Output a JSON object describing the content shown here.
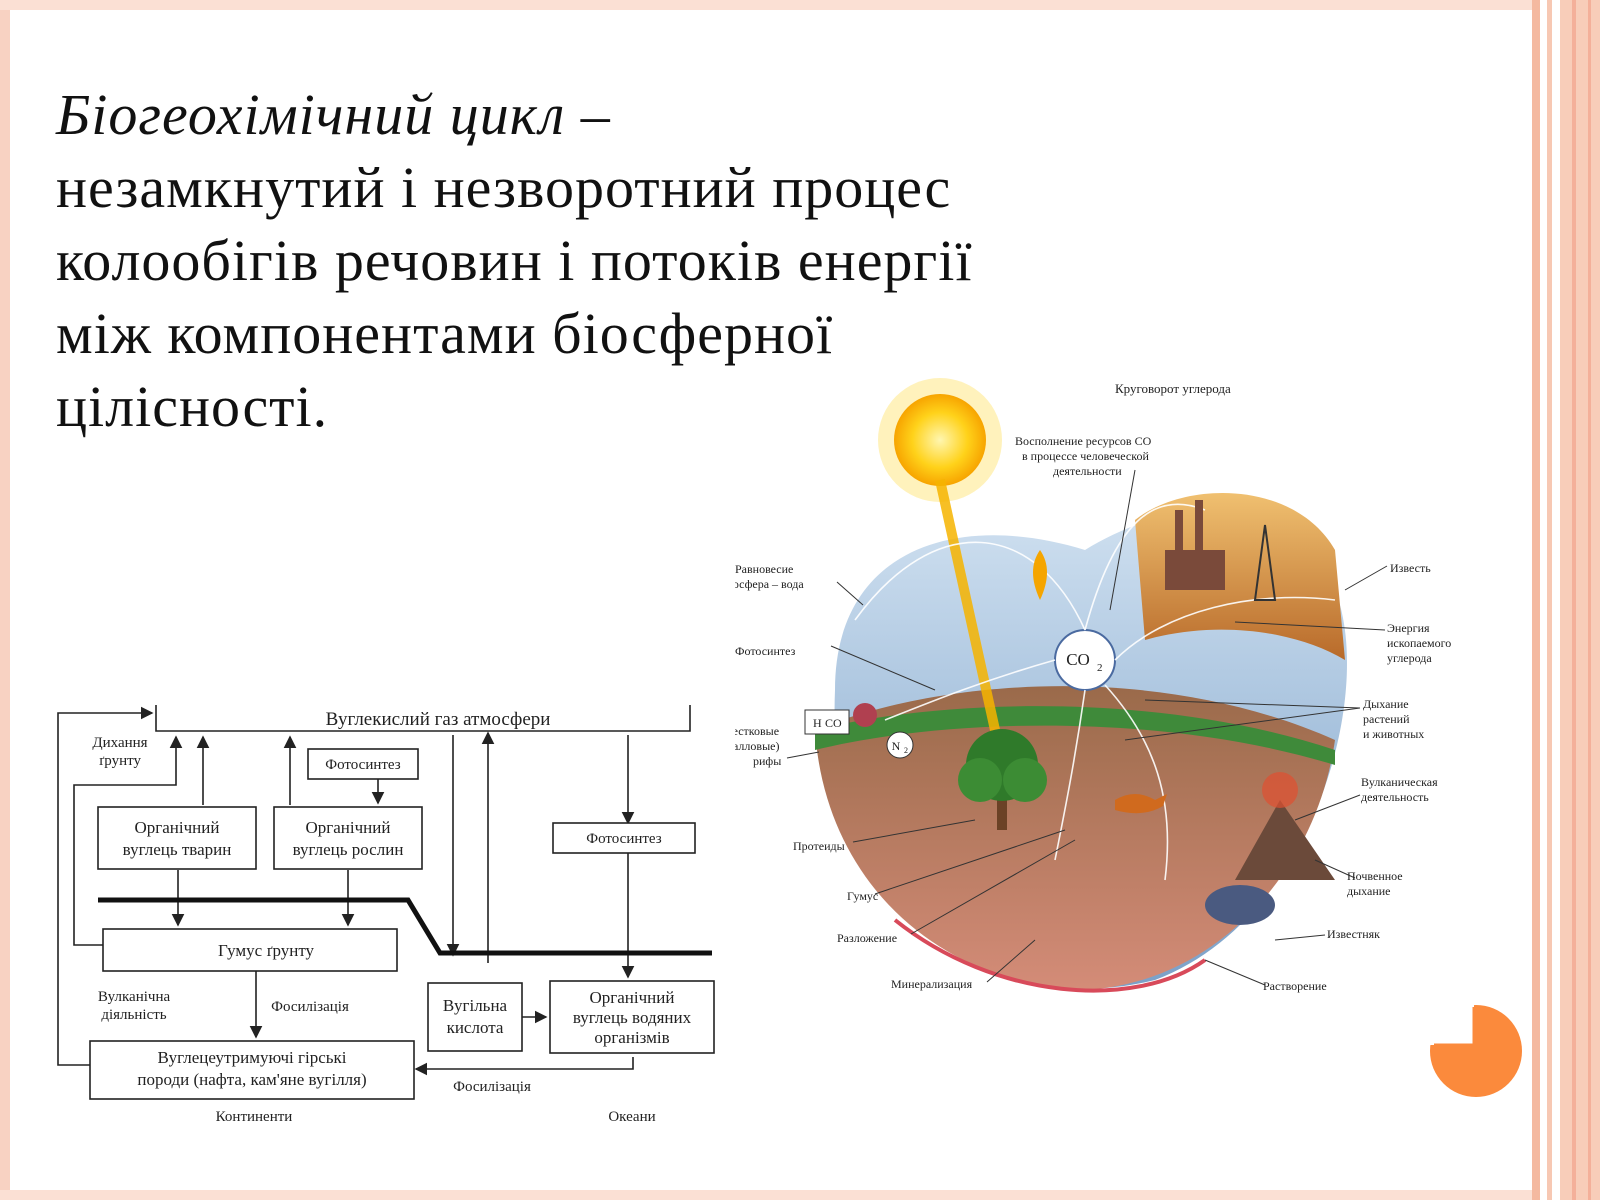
{
  "title": {
    "term": "Біогеохімічний цикл",
    "dash": " –",
    "line2": "незамкнутий і незворотний процес",
    "line3": "колообігів речовин і потоків енергії",
    "line4": "між компонентами біосферної",
    "line5": "цілісності."
  },
  "left_diagram": {
    "atmosphere": "Вуглекислий газ атмосфери",
    "soil_respiration_1": "Дихання",
    "soil_respiration_2": "ґрунту",
    "photosynthesis_1": "Фотосинтез",
    "photosynthesis_2": "Фотосинтез",
    "animal_carbon_1": "Органічний",
    "animal_carbon_2": "вуглець тварин",
    "plant_carbon_1": "Органічний",
    "plant_carbon_2": "вуглець рослин",
    "humus": "Гумус ґрунту",
    "volcanic_1": "Вулканічна",
    "volcanic_2": "діяльність",
    "fossil_1": "Фосилізація",
    "fossil_2": "Фосилізація",
    "carbonic_acid_1": "Вугільна",
    "carbonic_acid_2": "кислота",
    "aquatic_1": "Органічний",
    "aquatic_2": "вуглець водяних",
    "aquatic_3": "організмів",
    "rocks_1": "Вуглецеутримуючі гірські",
    "rocks_2": "породи (нафта, кам'яне вугілля)",
    "continents": "Континенти",
    "oceans": "Океани"
  },
  "right_diagram": {
    "title": "Круговорот углерода",
    "co2_label": "CO",
    "co2_sub": "2",
    "n2": "N",
    "n2_sub": "2",
    "h2co3": "H",
    "h2co3_rest": "CO",
    "human_1": "Восполнение ресурсов CO",
    "human_2": "в процессе человеческой",
    "human_3": "деятельности",
    "equilibrium_1": "Равновесие",
    "equilibrium_2": "атмосфера – вода",
    "photosynthesis": "Фотосинтез",
    "reefs_1": "вестковые",
    "reefs_2": "ралловые)",
    "reefs_3": "рифы",
    "proteins": "Протеиды",
    "humus": "Гумус",
    "decomposition": "Разложение",
    "mineralization": "Минерализация",
    "lime": "Известь",
    "fossil_1": "Энергия",
    "fossil_2": "ископаемого",
    "fossil_3": "углерода",
    "respiration_1": "Дыхание",
    "respiration_2": "растений",
    "respiration_3": "и животных",
    "volcanic_1": "Вулканическая",
    "volcanic_2": "деятельность",
    "soil_resp_1": "Почвенное",
    "soil_resp_2": "дыхание",
    "limestone": "Известняк",
    "dissolution": "Растворение"
  },
  "colors": {
    "stripe": "#f4b9a0",
    "accent_orange": "#fb8a3c",
    "text": "#111111"
  }
}
